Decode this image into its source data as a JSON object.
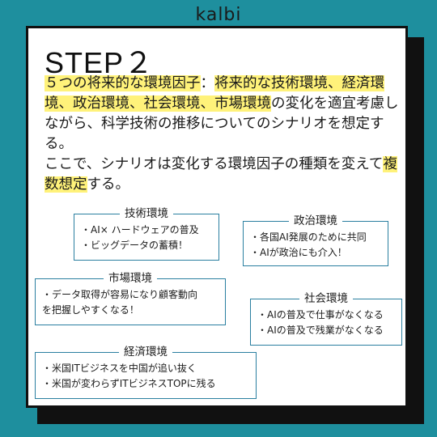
{
  "brand": "kalbi",
  "heading": "STEP２",
  "intro": {
    "p1_hl1": "５つの将来的な環境因子",
    "p1_t1": "：",
    "p1_hl2": "将来的な技術環境、経済環境、政治環境、社会環境、市場環境",
    "p1_t2": "の変化を適宜考慮しながら、科学技術の推移についてのシナリオを想定する。",
    "p2_t1": "ここで、シナリオは変化する環境因子の種類を変えて",
    "p2_hl": "複数想定",
    "p2_t2": "する。"
  },
  "boxes": {
    "tech": {
      "title": "技術環境",
      "lines": [
        "・AI× ハードウェアの普及",
        "・ビッグデータの蓄積！"
      ]
    },
    "politics": {
      "title": "政治環境",
      "lines": [
        "・各国AI発展のために共同",
        "・AIが政治にも介入！"
      ]
    },
    "market": {
      "title": "市場環境",
      "lines": [
        "・データ取得が容易になり顧客動向",
        "を把握しやすくなる！"
      ]
    },
    "society": {
      "title": "社会環境",
      "lines": [
        "・AIの普及で仕事がなくなる",
        "・AIの普及で残業がなくなる"
      ]
    },
    "economy": {
      "title": "経済環境",
      "lines": [
        "・米国ITビジネスを中国が追い抜く",
        "・米国が変わらずITビジネスTOPに残る"
      ]
    }
  },
  "colors": {
    "background": "#1e8f9e",
    "highlight": "#fff27a",
    "box_border": "#2a7fa0"
  }
}
